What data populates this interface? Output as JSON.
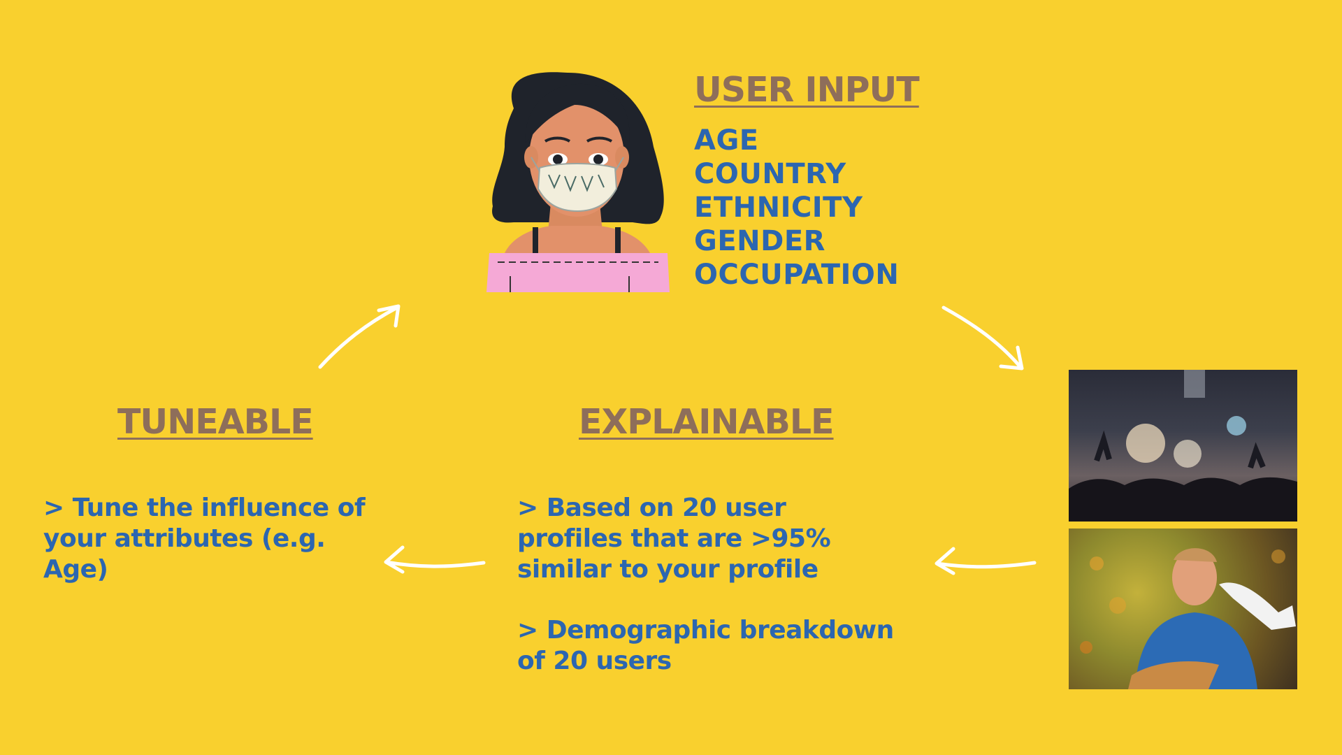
{
  "user_input": {
    "title": "USER INPUT",
    "attributes": [
      "AGE",
      "COUNTRY",
      "ETHNICITY",
      "GENDER",
      "OCCUPATION"
    ]
  },
  "tuneable": {
    "title": "TUNEABLE",
    "text": "> Tune the influence of your attributes (e.g. Age)"
  },
  "explainable": {
    "title": "EXPLAINABLE",
    "point_1": "> Based on 20 user profiles that are >95% similar to your profile",
    "point_2": "> Demographic breakdown of 20 users"
  },
  "colors": {
    "background": "#F9D02E",
    "heading": "#8E6E5A",
    "body_text": "#2C66B0",
    "arrow": "#FFFFFF"
  },
  "icons": [
    "user-avatar-illustration",
    "concert-crowd-photo",
    "singer-with-guitar-photo",
    "cycle-arrow"
  ]
}
